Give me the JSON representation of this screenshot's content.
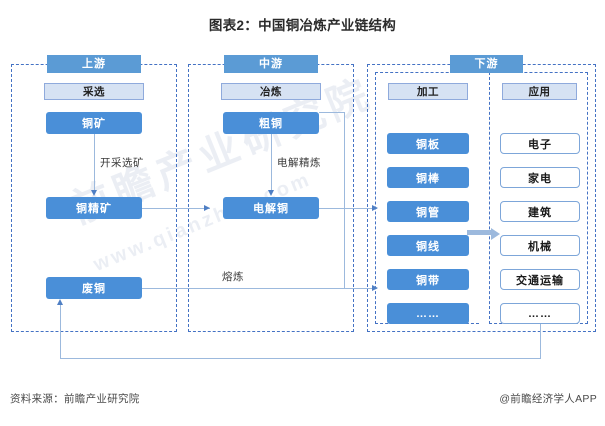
{
  "title": "图表2：中国铜冶炼产业链结构",
  "watermark": {
    "line1": "前瞻产业研究院",
    "line2": "www.qianzhan.com"
  },
  "colors": {
    "stage_header_bg": "#5b9bd5",
    "caption_bg": "#d6e2f3",
    "caption_border": "#8faadc",
    "node_bg": "#4a8fd8",
    "outline_border": "#7da6d9",
    "region_border": "#4472c4",
    "connector": "#9cb9dd",
    "arrow": "#4f7fc4"
  },
  "stages": {
    "upstream": {
      "header": "上游",
      "caption": "采选",
      "nodes": [
        {
          "label": "铜矿"
        },
        {
          "label": "铜精矿"
        },
        {
          "label": "废铜"
        }
      ]
    },
    "midstream": {
      "header": "中游",
      "caption": "冶炼",
      "nodes": [
        {
          "label": "粗铜"
        },
        {
          "label": "电解铜"
        }
      ]
    },
    "downstream": {
      "header": "下游",
      "processing": {
        "caption": "加工",
        "nodes": [
          {
            "label": "铜板"
          },
          {
            "label": "铜棒"
          },
          {
            "label": "铜管"
          },
          {
            "label": "铜线"
          },
          {
            "label": "铜带"
          },
          {
            "label": "……"
          }
        ]
      },
      "application": {
        "caption": "应用",
        "nodes": [
          {
            "label": "电子"
          },
          {
            "label": "家电"
          },
          {
            "label": "建筑"
          },
          {
            "label": "机械"
          },
          {
            "label": "交通运输"
          },
          {
            "label": "……"
          }
        ]
      }
    }
  },
  "edge_labels": {
    "mining": "开采选矿",
    "electrolytic_refining": "电解精炼",
    "smelting": "熔炼"
  },
  "footer": {
    "source": "资料来源：前瞻产业研究院",
    "attribution": "@前瞻经济学人APP"
  }
}
